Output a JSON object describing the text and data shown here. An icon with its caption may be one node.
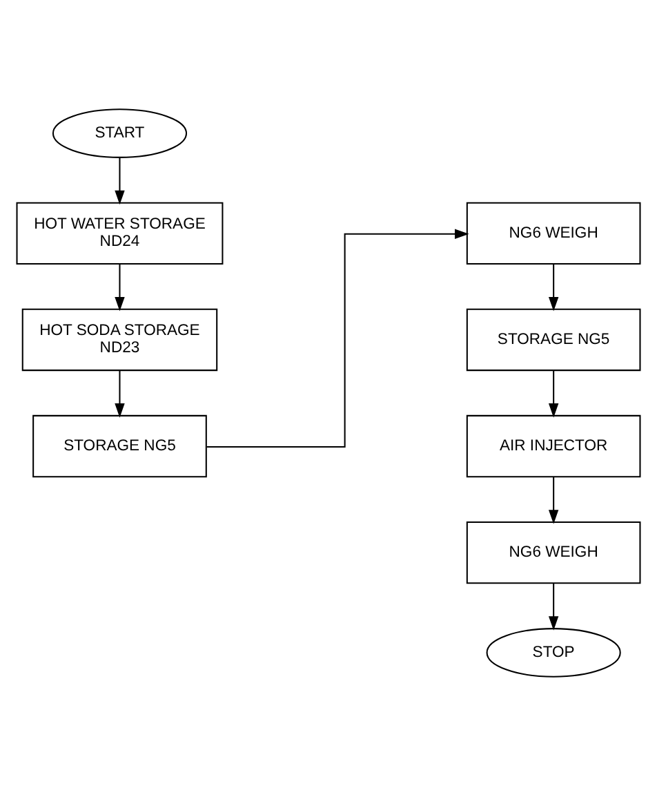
{
  "diagram": {
    "nodes": [
      {
        "text": [
          "START"
        ]
      },
      {
        "text": [
          "HOT WATER STORAGE ND24"
        ]
      },
      {
        "text": [
          "HOT SODA STORAGE ND23"
        ]
      },
      {
        "text": [
          "STORAGE NG5"
        ]
      },
      {
        "text": [
          "NG6 WEIGH"
        ]
      },
      {
        "text": [
          "STORAGE NG5"
        ]
      },
      {
        "text": [
          "AIR INJECTOR"
        ]
      },
      {
        "text": [
          "NG6 WEIGH"
        ]
      },
      {
        "text": [
          "STOP"
        ]
      }
    ],
    "edges": [
      {
        "from": 0,
        "to": 1,
        "arrow": "to"
      },
      {
        "from": 1,
        "to": 2,
        "arrow": "to"
      },
      {
        "from": 2,
        "to": 3,
        "arrow": "to"
      },
      {
        "from": 3,
        "to": 4,
        "arrow": "to"
      },
      {
        "from": 4,
        "to": 5,
        "arrow": "to"
      },
      {
        "from": 5,
        "to": 6,
        "arrow": "to"
      },
      {
        "from": 6,
        "to": 7,
        "arrow": "to"
      },
      {
        "from": 7,
        "to": 8,
        "arrow": "to"
      }
    ]
  }
}
